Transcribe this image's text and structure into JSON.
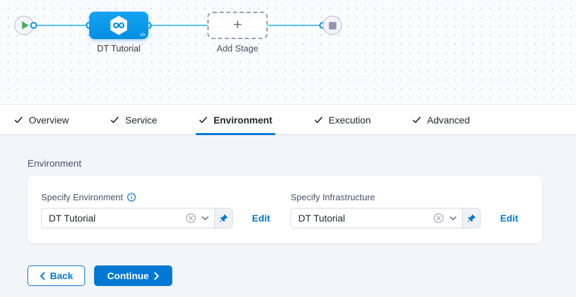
{
  "colors": {
    "accent": "#0278d5",
    "node_blue": "#0092e4",
    "edge_line": "#5cc2f5",
    "play_green": "#57ab5c",
    "pin_blue": "#0278d5"
  },
  "canvas": {
    "stage_label": "DT Tutorial",
    "add_stage_label": "Add Stage",
    "plus_glyph": "+",
    "code_glyph": "</>"
  },
  "tabs": [
    {
      "label": "Overview",
      "checked": true,
      "active": false
    },
    {
      "label": "Service",
      "checked": true,
      "active": false
    },
    {
      "label": "Environment",
      "checked": true,
      "active": true
    },
    {
      "label": "Execution",
      "checked": true,
      "active": false
    },
    {
      "label": "Advanced",
      "checked": true,
      "active": false
    }
  ],
  "environment": {
    "section_title": "Environment",
    "fields": [
      {
        "label": "Specify Environment",
        "value": "DT Tutorial",
        "edit": "Edit",
        "has_info": true
      },
      {
        "label": "Specify Infrastructure",
        "value": "DT Tutorial",
        "edit": "Edit",
        "has_info": false
      }
    ]
  },
  "footer": {
    "back": "Back",
    "continue": "Continue"
  }
}
